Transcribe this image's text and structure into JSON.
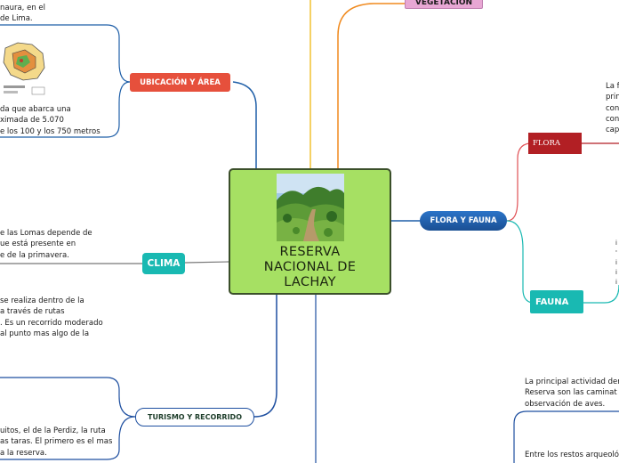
{
  "central": {
    "title": "RESERVA\nNACIONAL DE\nLACHAY"
  },
  "topics": {
    "vegetacion": "VEGETACIÓN",
    "ubicacion": "UBICACIÓN Y ÁREA",
    "flora_fauna": "FLORA Y FAUNA",
    "flora": "FLORA",
    "fauna": "FAUNA",
    "clima": "CLIMA",
    "turismo": "TURISMO Y RECORRIDO"
  },
  "notes": {
    "ubicacion_top": "naura, en el\nde Lima.",
    "ubicacion_bottom": "da que abarca una\nximada de 5.070\ne los 100 y los 750 metros",
    "clima": "e las Lomas depende de\nue está presente en\ne de la primavera.",
    "turismo_top": "se realiza dentro de la\na través de rutas\n. Es un recorrido moderado\nal punto mas algo de la",
    "turismo_bottom": "uitos, el de la Perdiz, la ruta\nas taras. El primero es el mas\na la reserva.",
    "flora_text": "La f\nprin\ncon\ncon\ncap",
    "fauna_letters": "i\n'\ni\ni\ni",
    "actividad": "La principal actividad den\nReserva son las caminat\nobservación de aves.",
    "restos": "Entre los restos arqueoló"
  },
  "colors": {
    "center_fill": "#a6e063",
    "ubicacion": "#e6503c",
    "flora_fauna": "#1f5fa8",
    "flora": "#b21f24",
    "fauna": "#19b9b2",
    "clima": "#19b9b2",
    "turismo_border": "#1e4fa0",
    "vegetacion": "#e8a7d4"
  },
  "icons": {
    "photo": "landscape-photo",
    "map": "map-thumbnail"
  }
}
